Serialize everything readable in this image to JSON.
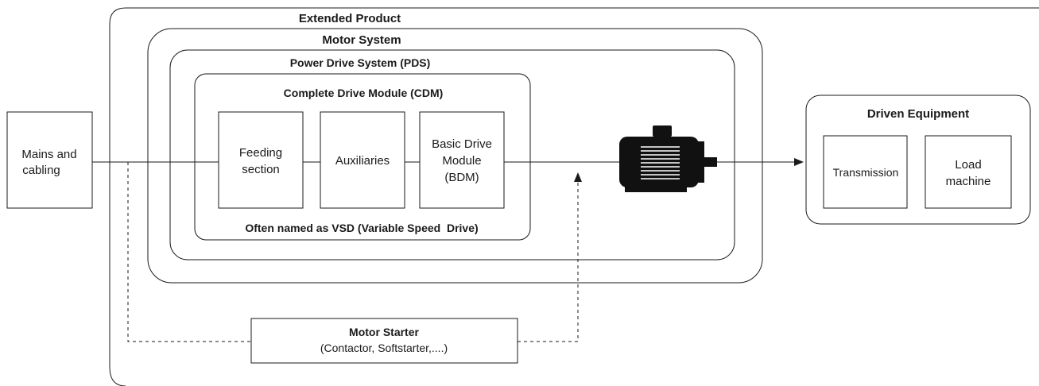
{
  "extended_product": {
    "title": "Extended Product"
  },
  "motor_system": {
    "title": "Motor System"
  },
  "pds": {
    "title": "Power Drive System (PDS)"
  },
  "cdm": {
    "title": "Complete Drive Module (CDM)",
    "footnote": "Often named as VSD (Variable Speed  Drive)",
    "feeding": {
      "line1": "Feeding",
      "line2": "section"
    },
    "auxiliaries": {
      "label": "Auxiliaries"
    },
    "bdm": {
      "line1": "Basic Drive",
      "line2": "Module",
      "line3": "(BDM)"
    }
  },
  "mains": {
    "line1": "Mains and",
    "line2": "cabling"
  },
  "motor_starter": {
    "title": "Motor Starter",
    "subtitle": "(Contactor, Softstarter,....)"
  },
  "driven_equipment": {
    "title": "Driven Equipment",
    "transmission": {
      "label": "Transmission"
    },
    "load_machine": {
      "line1": "Load",
      "line2": "machine"
    }
  },
  "icons": {
    "motor": "electric-motor-icon"
  },
  "colors": {
    "stroke": "#1a1a1a",
    "motor": "#111111",
    "background": "#ffffff"
  }
}
